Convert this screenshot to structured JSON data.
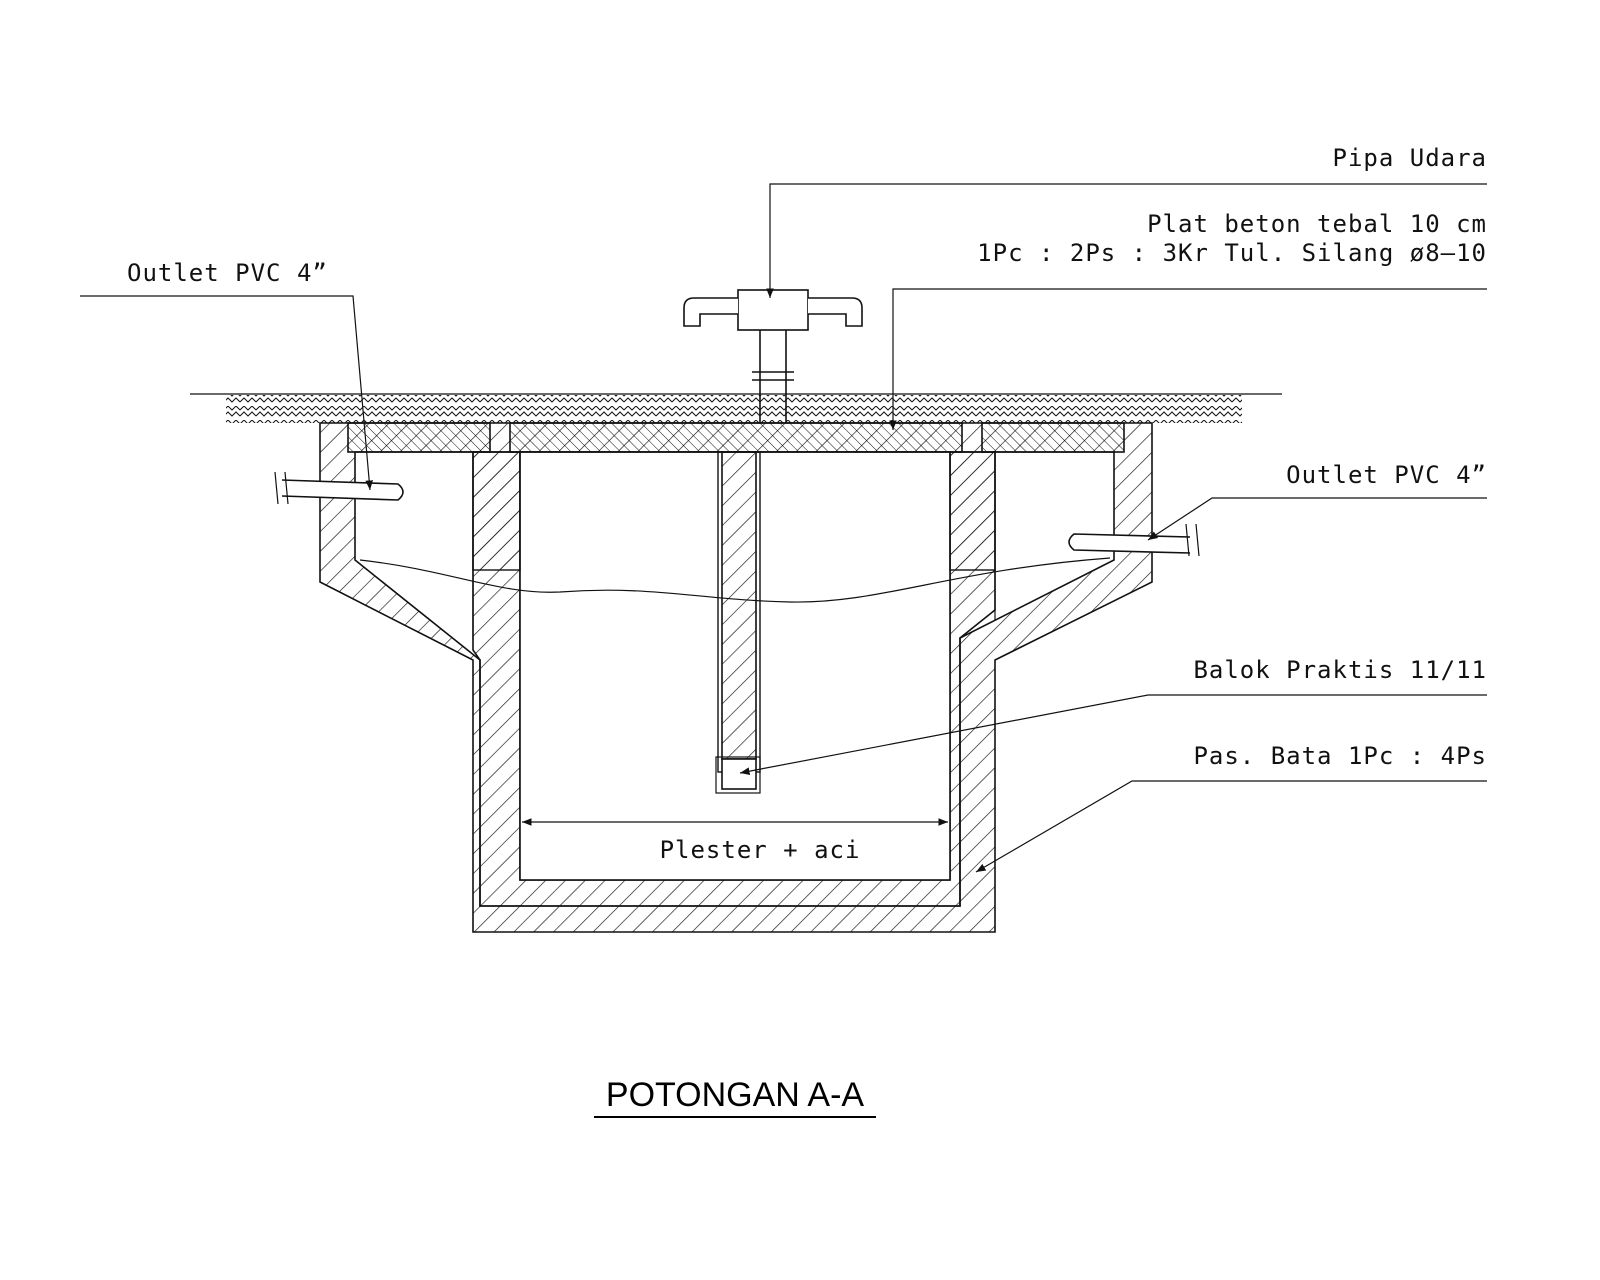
{
  "diagram": {
    "title": "POTONGAN A-A",
    "labels": {
      "pipa_udara": "Pipa Udara",
      "plat_beton_line1": "Plat beton tebal 10 cm",
      "plat_beton_line2": "1Pc : 2Ps : 3Kr Tul. Silang ø8–10",
      "outlet_left": "Outlet PVC 4”",
      "outlet_right": "Outlet PVC 4”",
      "balok_praktis": "Balok Praktis 11/11",
      "pas_bata": "Pas. Bata 1Pc : 4Ps",
      "plester": "Plester + aci"
    },
    "colors": {
      "line": "#111111",
      "background": "#ffffff"
    }
  }
}
